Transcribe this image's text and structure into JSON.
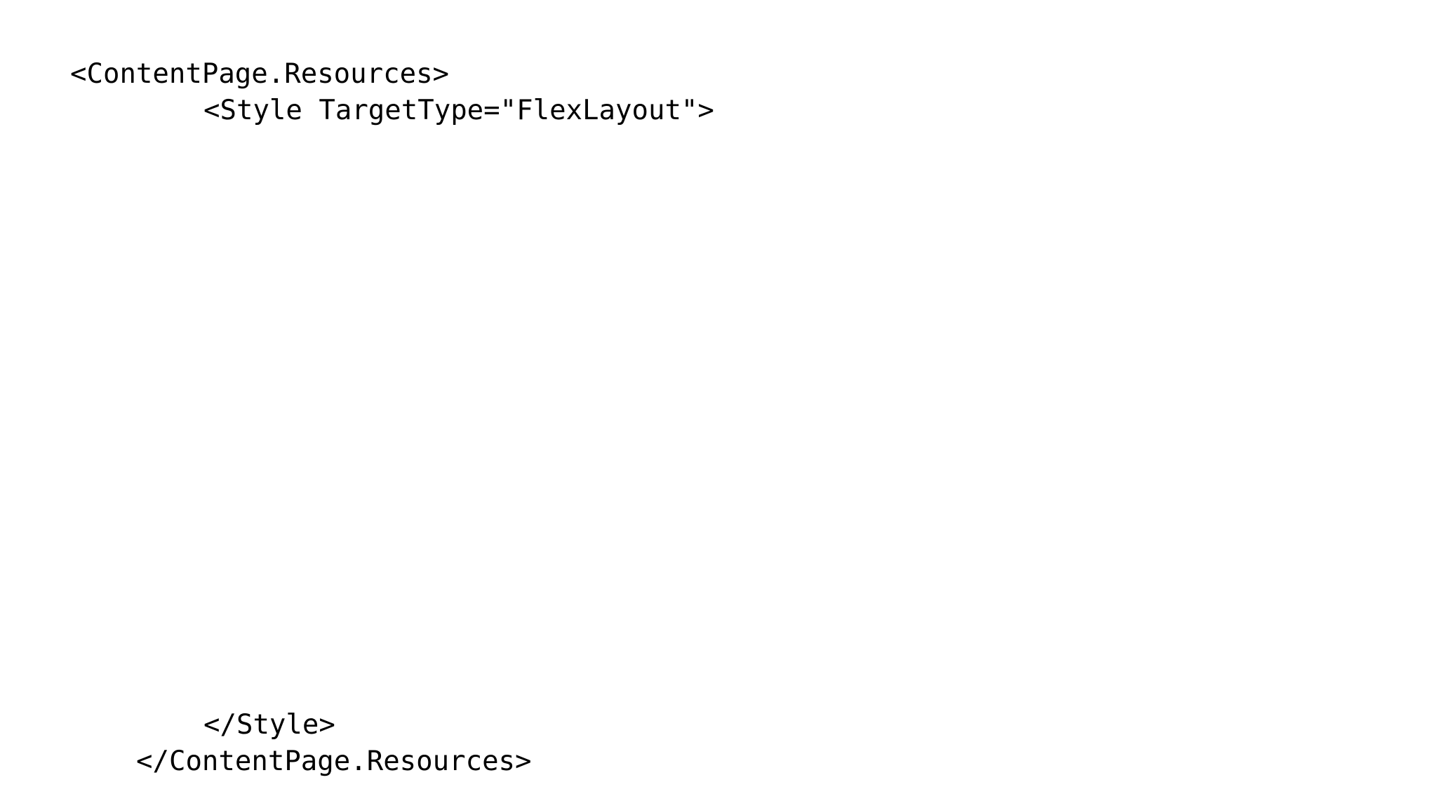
{
  "code": {
    "lines": [
      "<ContentPage.Resources>",
      "<Style TargetType=\"FlexLayout\">",
      "</Style>",
      "</ContentPage.Resources>"
    ]
  },
  "colors": {
    "background": "#ffffff",
    "text": "#000000"
  }
}
